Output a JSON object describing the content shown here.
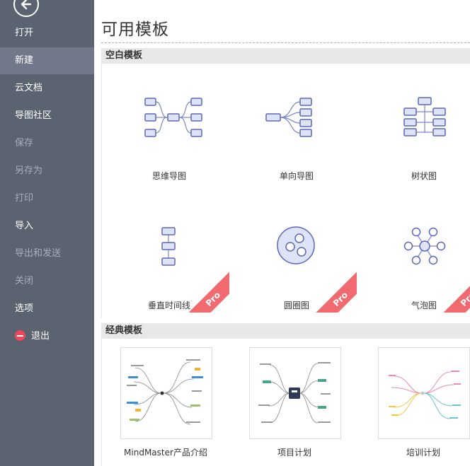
{
  "sidebar": {
    "items": [
      {
        "label": "打开",
        "state": "normal"
      },
      {
        "label": "新建",
        "state": "active"
      },
      {
        "label": "云文档",
        "state": "normal"
      },
      {
        "label": "导图社区",
        "state": "normal"
      },
      {
        "label": "保存",
        "state": "disabled"
      },
      {
        "label": "另存为",
        "state": "disabled"
      },
      {
        "label": "打印",
        "state": "disabled"
      },
      {
        "label": "导入",
        "state": "normal"
      },
      {
        "label": "导出和发送",
        "state": "disabled"
      },
      {
        "label": "关闭",
        "state": "disabled"
      },
      {
        "label": "选项",
        "state": "normal"
      },
      {
        "label": "退出",
        "state": "normal",
        "icon": "exit-icon"
      }
    ]
  },
  "main": {
    "title": "可用模板",
    "blank_section": {
      "title": "空白模板",
      "templates": [
        {
          "label": "思维导图",
          "icon": "mind-map-icon",
          "pro": false
        },
        {
          "label": "单向导图",
          "icon": "right-map-icon",
          "pro": false
        },
        {
          "label": "树状图",
          "icon": "tree-chart-icon",
          "pro": false
        },
        {
          "label": "垂直时间线",
          "icon": "vertical-timeline-icon",
          "pro": true
        },
        {
          "label": "圆圈图",
          "icon": "circle-map-icon",
          "pro": true
        },
        {
          "label": "气泡图",
          "icon": "bubble-map-icon",
          "pro": true
        }
      ],
      "pro_label": "Pro"
    },
    "classic_section": {
      "title": "经典模板",
      "templates": [
        {
          "label": "MindMaster产品介绍"
        },
        {
          "label": "项目计划"
        },
        {
          "label": "培训计划"
        }
      ]
    }
  },
  "colors": {
    "sidebar_bg": "#5b6270",
    "sidebar_active": "#707889",
    "node_fill": "#dfe3f7",
    "node_stroke": "#5a68b8",
    "pro_badge": "#f06a70",
    "exit_icon": "#f0475a"
  }
}
